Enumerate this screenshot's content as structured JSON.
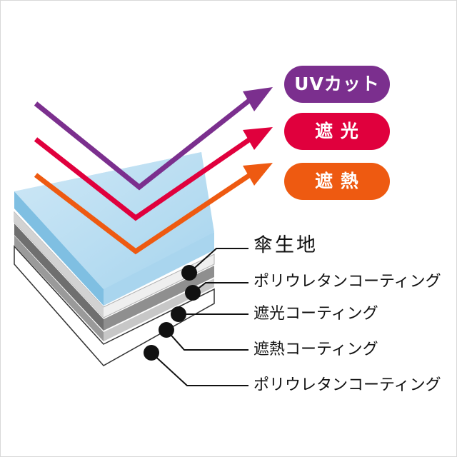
{
  "badges": [
    {
      "text": "UVカット",
      "color": "#7b2f8e"
    },
    {
      "text": "遮 光",
      "color": "#e0003d"
    },
    {
      "text": "遮 熱",
      "color": "#ee5a11"
    }
  ],
  "layers": [
    {
      "label": "傘生地",
      "fill": "#9ccfe9",
      "stroke": "#7fb8d8"
    },
    {
      "label": "ポリウレタンコーティング",
      "fill": "#f2f2f2",
      "stroke": "#9a9a9a"
    },
    {
      "label": "遮光コーティング",
      "fill": "#8a8a8a",
      "stroke": "#6e6e6e"
    },
    {
      "label": "遮熱コーティング",
      "fill": "#b9b9b9",
      "stroke": "#8e8e8e"
    },
    {
      "label": "ポリウレタンコーティング",
      "fill": "#ffffff",
      "stroke": "#444444"
    }
  ]
}
